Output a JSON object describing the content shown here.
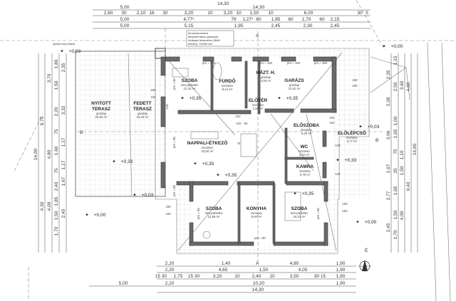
{
  "title_cut": "14,30",
  "note_box": [
    "fal kondenzációs",
    "beépített tároló gázkazán",
    "elvileges felszerelés 28kW",
    "kémény: 100/60 mm"
  ],
  "axis_labels": {
    "a_top": "A",
    "a_bottom": "A",
    "b_left": "B",
    "b_right": "B",
    "e_marker": "É"
  },
  "small_label_topleft": "építési hely határa",
  "rooms": [
    {
      "name": "NYITOTT TERASZ",
      "floor": "greslap",
      "area": "20,65 m²"
    },
    {
      "name": "FEDETT TERASZ",
      "floor": "greslap",
      "area": "23,40 m²"
    },
    {
      "name": "SZOBA",
      "floor": "lam.parketta",
      "area": "12,42 m²"
    },
    {
      "name": "FÜRDŐ",
      "floor": "kerámia",
      "area": "8,14 m²"
    },
    {
      "name": "HÁZT. H.",
      "floor": "greslap",
      "area": "4,05 m²"
    },
    {
      "name": "GARÁZS",
      "floor": "greslap",
      "area": "21,91 m²"
    },
    {
      "name": "ELŐTÉR",
      "floor": "kerámia",
      "area": "1,56 m²"
    },
    {
      "name": "NAPPALI-ÉTKEZŐ",
      "floor": "kerámia",
      "area": "43,50 m²"
    },
    {
      "name": "ELŐSZOBA",
      "floor": "kerámia",
      "area": "5,20 m²"
    },
    {
      "name": "ELŐLÉPCSŐ",
      "floor": "kerámia",
      "area": "5,77 m²"
    },
    {
      "name": "WC",
      "floor": "kerámia",
      "area": "2,62 m²"
    },
    {
      "name": "KAMRA",
      "floor": "kerámia",
      "area": "3,75 m²"
    },
    {
      "name": "SZOBA",
      "floor": "lam.parketta",
      "area": "13,98 m²"
    },
    {
      "name": "KONYHA",
      "floor": "kerámia",
      "area": "9,60 m²"
    },
    {
      "name": "SZOBA",
      "floor": "lam.parketta",
      "area": "16,21 m²"
    }
  ],
  "levels": [
    "+0,03",
    "+0,35",
    "+0,35",
    "+0,35",
    "+0,35",
    "+0,33",
    "+0,03",
    "+0,03",
    "+0,33",
    "+0,00",
    "+0,00",
    "+0,35",
    "+0,00"
  ],
  "openings": [
    "pm = 90",
    "pm = 150",
    "pm = 150",
    "pm = 150",
    "pm = 150",
    "pm = 60",
    "pm = 60",
    "pm = 80",
    "pm = 90",
    "pm = 90",
    "150",
    "150",
    "150",
    "150",
    "210",
    "210",
    "75",
    "100",
    "240",
    "120",
    "120",
    "90",
    "210",
    "150",
    "225",
    "150",
    "150"
  ],
  "dimensions": {
    "top": [
      [
        "5,00",
        "14,30"
      ],
      [
        "2,60",
        "30",
        "2,10",
        "16",
        "30",
        "3,20",
        "10",
        "3,20",
        "10",
        "1,50",
        "10",
        "6,00",
        "30",
        "5"
      ],
      [
        "5,00",
        "4,77⁵",
        "79",
        "1,27⁵",
        "60",
        "1,85",
        "60",
        "1,70",
        "60",
        "2,15"
      ],
      [
        "5,00",
        "5,15",
        "1,95",
        "2,45",
        "2,30",
        "2,45"
      ]
    ],
    "bottom": [
      [
        "2,20",
        "1,40",
        "4,80",
        "1,90"
      ],
      [
        "2,20",
        "4,65",
        "1,50",
        "4,05",
        "1,90"
      ],
      [
        "15 30",
        "1,75",
        "15 30",
        "3,20",
        "10",
        "2,40",
        "10",
        "3,50",
        "30 15",
        "1,90"
      ],
      [
        "5,00",
        "2,20",
        "10,20",
        "1,90"
      ],
      [
        "14,30"
      ]
    ],
    "left": [
      [
        "14,00"
      ],
      [
        "9,70",
        "4,30"
      ],
      [
        "3,70",
        "4,80",
        "4,00"
      ],
      [
        "1,80",
        "1,50",
        "2,20",
        "75",
        "1,60",
        "75",
        "2,40",
        "1,85",
        "1,50",
        "1,70"
      ],
      [
        "2,35",
        "3,32",
        "1,17",
        "1,17",
        "1,67",
        "2,45"
      ]
    ],
    "right": [
      [
        "2,35",
        "2,28",
        "3,06",
        "1,67",
        "2,77",
        "2,45"
      ],
      [
        "1,15",
        "2,50",
        "1,00",
        "1,65",
        "75",
        "25",
        "1,65",
        "1,50",
        "1,70"
      ],
      [
        "3,60",
        "1,10",
        "1,50",
        "4,00"
      ],
      [
        "4,60",
        "9,40"
      ],
      [
        "14,00"
      ]
    ]
  }
}
